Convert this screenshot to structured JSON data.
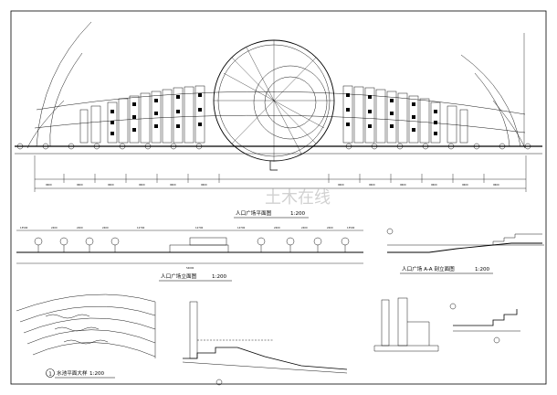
{
  "sheet": {
    "main_plan": {
      "title": "人口广场平面图",
      "scale": "1:200"
    },
    "elevation": {
      "title": "人口广场立面图",
      "scale": "1:200"
    },
    "section_aa": {
      "title": "人口广场 A-A 剖立面图",
      "scale": "1:200"
    },
    "pool_detail": {
      "number": "1",
      "title": "水池平面大样",
      "scale": "1:200"
    },
    "watermark": "土木在线",
    "elevation_dims": [
      "13500",
      "2400",
      "2400",
      "2400",
      "12700",
      "12700",
      "14700",
      "2400",
      "2400",
      "2400",
      "13500"
    ],
    "plan_axis_dims": [
      "9600",
      "9600",
      "9600",
      "9600",
      "9600",
      "9600",
      "9600",
      "9600",
      "9600",
      "9600",
      "9600",
      "9600"
    ],
    "overall_dim": "54000"
  }
}
